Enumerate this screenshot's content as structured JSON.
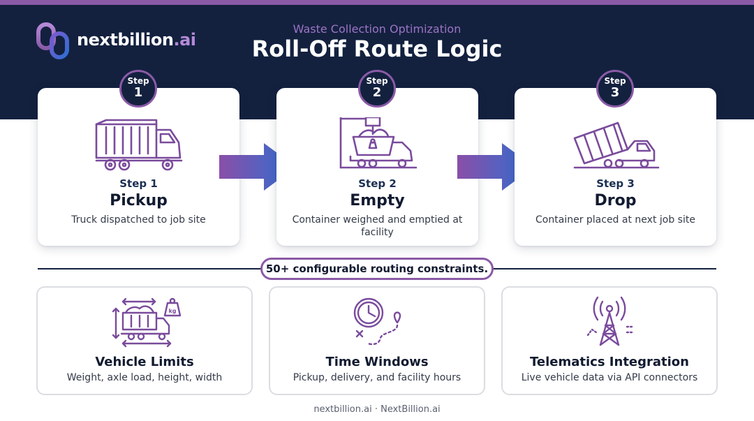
{
  "header": {
    "logo_part1": "nextbillion",
    "logo_part2": ".ai",
    "subtitle": "Waste Collection Optimization",
    "title": "Roll-Off Route Logic"
  },
  "steps": [
    {
      "badge_label": "Step",
      "badge_number": "1",
      "label": "Step 1",
      "name": "Pickup",
      "description": "Truck dispatched to job site",
      "icon": "garbage-truck-icon"
    },
    {
      "badge_label": "Step",
      "badge_number": "2",
      "label": "Step 2",
      "name": "Empty",
      "description": "Container weighed and emptied at facility",
      "icon": "weigh-scale-truck-icon"
    },
    {
      "badge_label": "Step",
      "badge_number": "3",
      "label": "Step 3",
      "name": "Drop",
      "description": "Container placed at next job site",
      "icon": "dump-truck-icon"
    }
  ],
  "constraints_banner": "50+ configurable routing constraints.",
  "features": [
    {
      "name": "Vehicle Limits",
      "description": "Weight, axle load, height, width",
      "icon": "truck-dimensions-icon"
    },
    {
      "name": "Time Windows",
      "description": "Pickup, delivery, and facility hours",
      "icon": "clock-route-icon"
    },
    {
      "name": "Telematics Integration",
      "description": "Live vehicle data via API connectors",
      "icon": "signal-tower-icon"
    }
  ],
  "footer": "nextbillion.ai · NextBillion.ai",
  "colors": {
    "navy": "#13213f",
    "purple": "#8a5aa6",
    "arrow_start": "#8a4fa8",
    "arrow_end": "#2f6ed1"
  }
}
